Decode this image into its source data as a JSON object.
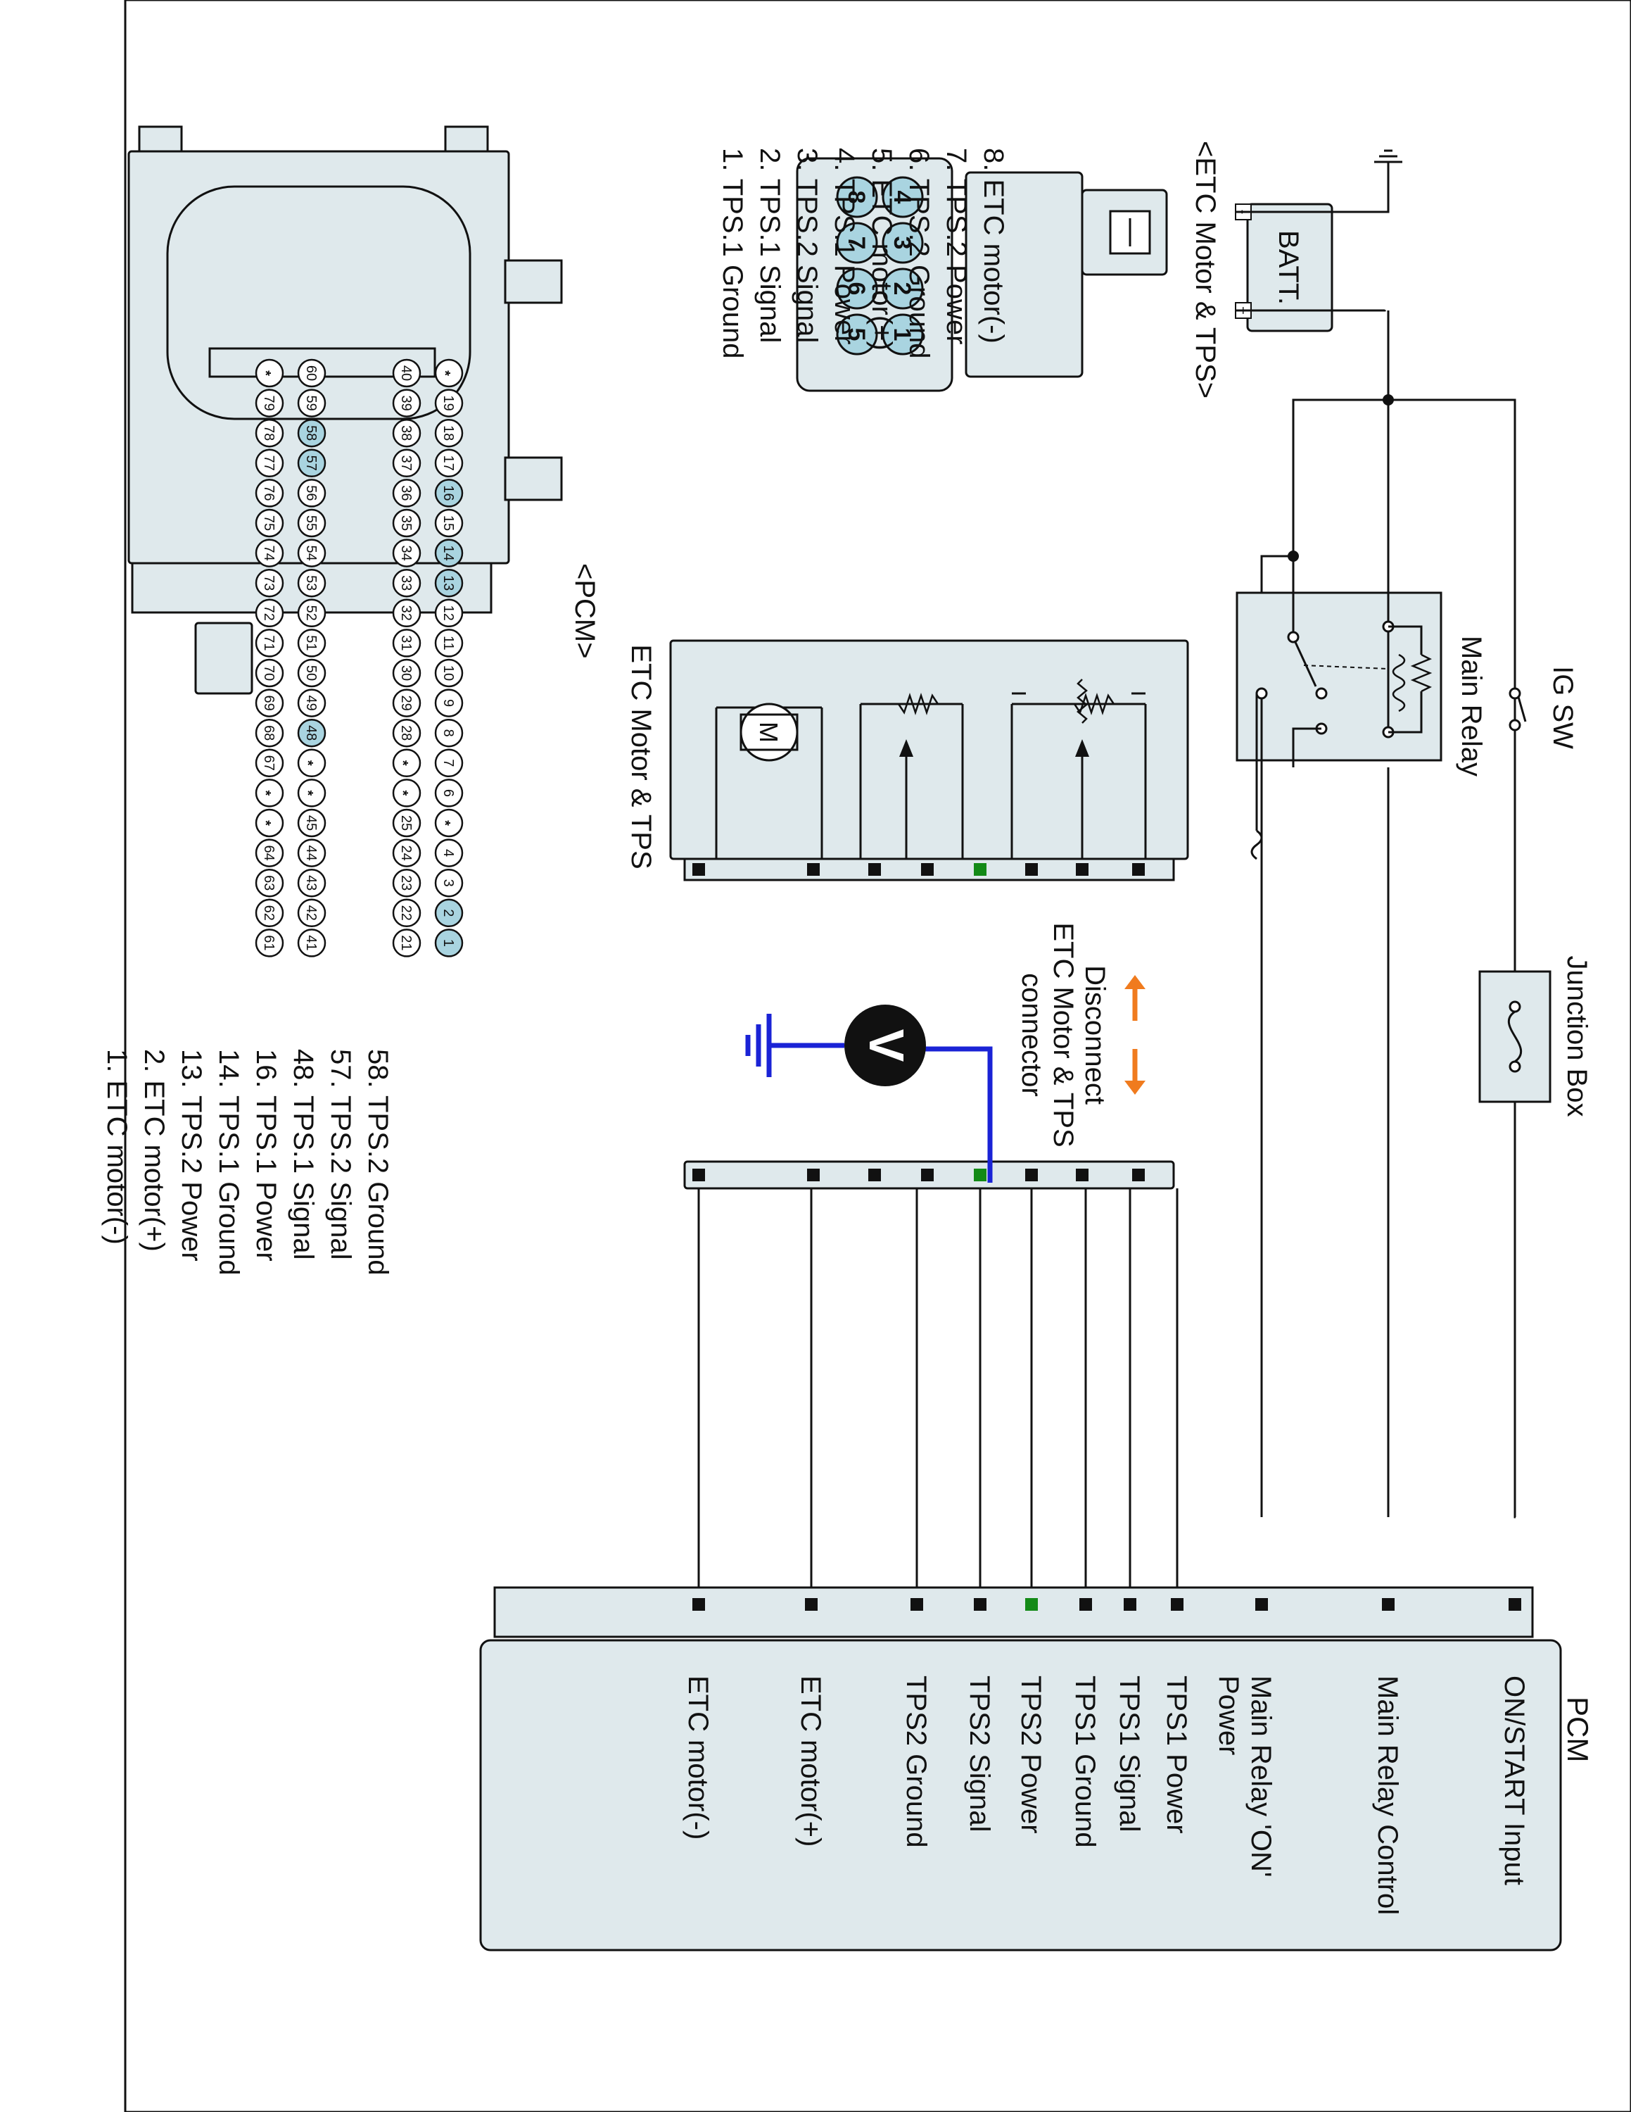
{
  "colors": {
    "highlight_green": "#138a17",
    "probe_blue": "#1a23d6",
    "arrow_orange": "#f07b1e",
    "pin_blue": "#a9d4e0",
    "body_fill": "#dfe9ec"
  },
  "battery": {
    "label": "BATT.",
    "plus": "+",
    "minus": "-"
  },
  "ig_switch": {
    "label": "IG SW"
  },
  "main_relay": {
    "label": "Main Relay"
  },
  "junction_box": {
    "label": "Junction Box"
  },
  "etc_assembly": {
    "label": "ETC Motor & TPS",
    "motor_symbol": "M"
  },
  "disconnect_note": {
    "lines": [
      "Disconnect",
      "ETC Motor & TPS",
      "connector"
    ]
  },
  "voltmeter": {
    "symbol": "V"
  },
  "pcm_module": {
    "title": "PCM",
    "pins": [
      {
        "label": "ON/START Input",
        "highlight": false
      },
      {
        "label": "Main Relay Control",
        "highlight": false
      },
      {
        "label": "Main Relay 'ON'",
        "label2": "Power",
        "highlight": false
      },
      {
        "label": "TPS1 Power",
        "highlight": false
      },
      {
        "label": "TPS1 Signal",
        "highlight": false
      },
      {
        "label": "TPS1 Ground",
        "highlight": false
      },
      {
        "label": "TPS2 Power",
        "highlight": true
      },
      {
        "label": "TPS2 Signal",
        "highlight": false
      },
      {
        "label": "TPS2 Ground",
        "highlight": false
      },
      {
        "label": "ETC motor(+)",
        "highlight": false
      },
      {
        "label": "ETC motor(-)",
        "highlight": false
      }
    ]
  },
  "etc_connector": {
    "title": "<ETC Motor & TPS>",
    "cavities": [
      "1",
      "2",
      "3",
      "4",
      "5",
      "6",
      "7",
      "8"
    ],
    "legend": [
      {
        "text": "1. TPS.1 Ground",
        "highlight": false
      },
      {
        "text": "2. TPS.1 Signal",
        "highlight": false
      },
      {
        "text": "3. TPS.2 Signal",
        "highlight": false
      },
      {
        "text": "4. TPS.1 Power",
        "highlight": false
      },
      {
        "text": "5. ETC motor(+)",
        "highlight": false
      },
      {
        "text": "6. TPS.2 Ground",
        "highlight": false
      },
      {
        "text": "7. TPS.2 Power",
        "highlight": true
      },
      {
        "text": "8. ETC motor(-)",
        "highlight": false
      }
    ]
  },
  "pcm_connector": {
    "title": "<PCM>",
    "row1": [
      "*",
      "19",
      "18",
      "17",
      "16",
      "15",
      "14",
      "13",
      "12",
      "11",
      "10",
      "9",
      "8",
      "7",
      "6",
      "*",
      "4",
      "3",
      "2",
      "1"
    ],
    "row2": [
      "40",
      "39",
      "38",
      "37",
      "36",
      "35",
      "34",
      "33",
      "32",
      "31",
      "30",
      "29",
      "28",
      "*",
      "*",
      "25",
      "24",
      "23",
      "22",
      "21"
    ],
    "row3": [
      "60",
      "59",
      "58",
      "57",
      "56",
      "55",
      "54",
      "53",
      "52",
      "51",
      "50",
      "49",
      "48",
      "*",
      "*",
      "45",
      "44",
      "43",
      "42",
      "41"
    ],
    "row4": [
      "*",
      "79",
      "78",
      "77",
      "76",
      "75",
      "74",
      "73",
      "72",
      "71",
      "70",
      "69",
      "68",
      "67",
      "*",
      "*",
      "64",
      "63",
      "62",
      "61"
    ],
    "highlighted_pins": [
      "1",
      "2",
      "13",
      "14",
      "16",
      "48",
      "57",
      "58"
    ],
    "legend": [
      {
        "text": "1. ETC motor(-)",
        "highlight": false
      },
      {
        "text": "2. ETC motor(+)",
        "highlight": false
      },
      {
        "text": "13. TPS.2 Power",
        "highlight": true
      },
      {
        "text": "14. TPS.1 Ground",
        "highlight": false
      },
      {
        "text": "16. TPS.1 Power",
        "highlight": false
      },
      {
        "text": "48. TPS.1 Signal",
        "highlight": false
      },
      {
        "text": "57. TPS.2 Signal",
        "highlight": false
      },
      {
        "text": "58. TPS.2 Ground",
        "highlight": false
      }
    ]
  }
}
